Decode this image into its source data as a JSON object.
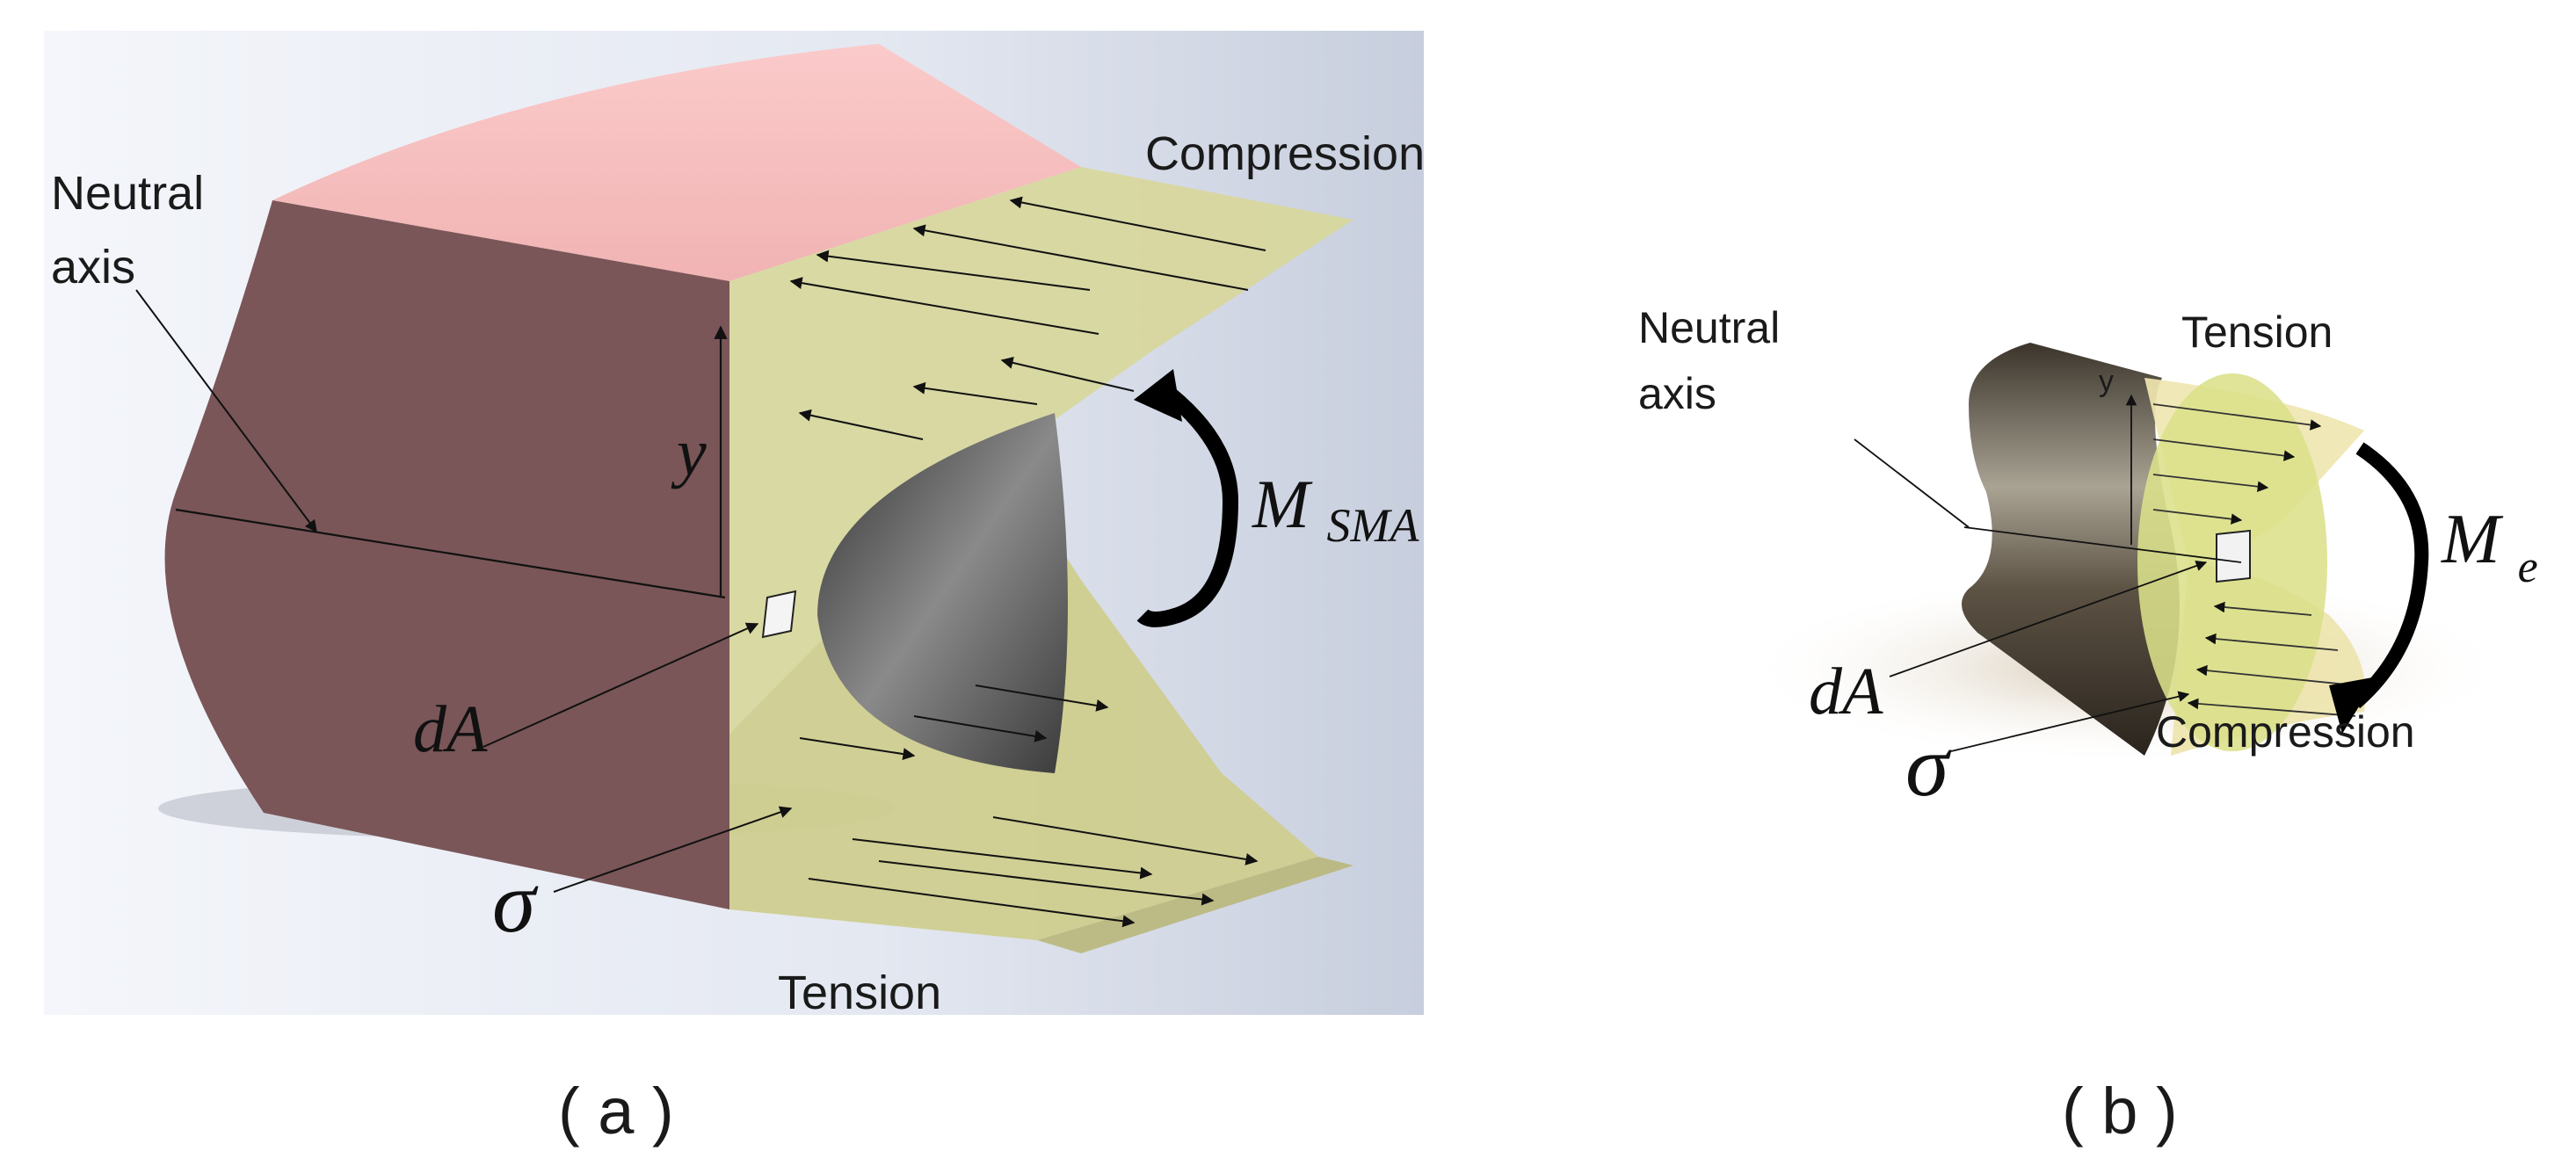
{
  "panel_a": {
    "label_neutral_line1": "Neutral",
    "label_neutral_line2": "axis",
    "label_compression": "Compression",
    "label_tension": "Tension",
    "label_y": "y",
    "label_moment": "M",
    "label_moment_sub": "SMA",
    "label_dA": "dA",
    "label_sigma": "σ",
    "caption_open": "(",
    "caption_letter": "a",
    "caption_close": ")"
  },
  "panel_b": {
    "label_neutral_line1": "Neutral",
    "label_neutral_line2": "axis",
    "label_tension": "Tension",
    "label_compression": "Compression",
    "label_y": "y",
    "label_moment": "M",
    "label_moment_sub": "e",
    "label_dA": "dA",
    "label_sigma": "σ",
    "caption_open": "(",
    "caption_letter": "b",
    "caption_close": ")"
  },
  "colors": {
    "beam_face": "#7a5658",
    "beam_top": "#f7c0c0",
    "stress_fill": "#d9d8a0",
    "background_gradient_light": "#eef1f8",
    "background_gradient_dark": "#c9cfdc",
    "cylinder_dark": "#4a4238",
    "cylinder_light": "#b8b2a4",
    "moment_arrow": "#000000"
  }
}
